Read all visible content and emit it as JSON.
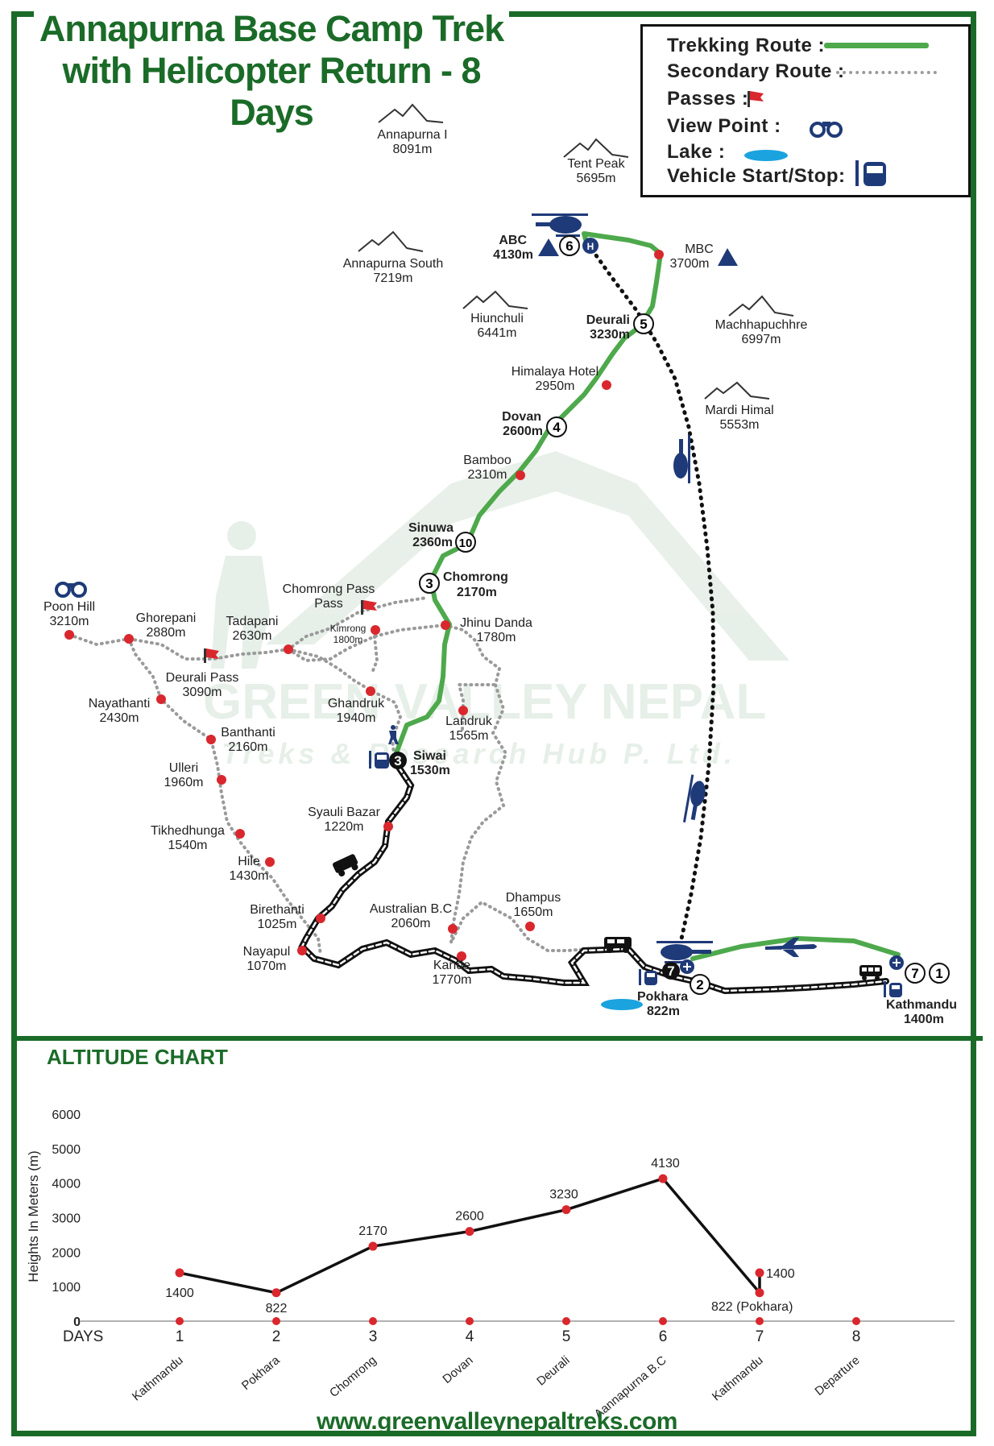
{
  "title": {
    "line1": "Annapurna Base Camp Trek",
    "line2": "with Helicopter Return - 8 Days"
  },
  "colors": {
    "brand_green": "#1b6b28",
    "trek_route": "#4ea94c",
    "secondary_route": "#9a9a9a",
    "waypoint": "#d9272e",
    "icon_navy": "#1f3a78",
    "lake": "#1aa3df"
  },
  "legend": {
    "trekking_route": "Trekking Route :",
    "secondary_route": "Secondary Route :",
    "passes": "Passes :",
    "view_point": "View Point :",
    "lake": "Lake :",
    "vehicle": "Vehicle Start/Stop:"
  },
  "peaks": [
    {
      "name": "Annapurna I",
      "alt": "8091m"
    },
    {
      "name": "Tent Peak",
      "alt": "5695m"
    },
    {
      "name": "Annapurna South",
      "alt": "7219m"
    },
    {
      "name": "Hiunchuli",
      "alt": "6441m"
    },
    {
      "name": "Machhapuchhre",
      "alt": "6997m"
    },
    {
      "name": "Mardi Himal",
      "alt": "5553m"
    }
  ],
  "places": [
    {
      "name": "ABC",
      "alt": "4130m",
      "day": "6"
    },
    {
      "name": "MBC",
      "alt": "3700m"
    },
    {
      "name": "Deurali",
      "alt": "3230m",
      "day": "5"
    },
    {
      "name": "Himalaya Hotel",
      "alt": "2950m"
    },
    {
      "name": "Dovan",
      "alt": "2600m",
      "day": "4"
    },
    {
      "name": "Bamboo",
      "alt": "2310m"
    },
    {
      "name": "Sinuwa",
      "alt": "2360m",
      "day": "10"
    },
    {
      "name": "Chomrong",
      "alt": "2170m",
      "day": "3"
    },
    {
      "name": "Chomrong Pass",
      "alt": ""
    },
    {
      "name": "Jhinu Danda",
      "alt": "1780m"
    },
    {
      "name": "Kimrong",
      "alt": "1800m"
    },
    {
      "name": "Poon Hill",
      "alt": "3210m"
    },
    {
      "name": "Ghorepani",
      "alt": "2880m"
    },
    {
      "name": "Tadapani",
      "alt": "2630m"
    },
    {
      "name": "Deurali Pass",
      "alt": "3090m"
    },
    {
      "name": "Nayathanti",
      "alt": "2430m"
    },
    {
      "name": "Ghandruk",
      "alt": "1940m"
    },
    {
      "name": "Landruk",
      "alt": "1565m"
    },
    {
      "name": "Banthanti",
      "alt": "2160m"
    },
    {
      "name": "Siwai",
      "alt": "1530m",
      "day": "3"
    },
    {
      "name": "Ulleri",
      "alt": "1960m"
    },
    {
      "name": "Syauli Bazar",
      "alt": "1220m"
    },
    {
      "name": "Tikhedhunga",
      "alt": "1540m"
    },
    {
      "name": "Hile",
      "alt": "1430m"
    },
    {
      "name": "Birethanti",
      "alt": "1025m"
    },
    {
      "name": "Nayapul",
      "alt": "1070m"
    },
    {
      "name": "Australian B.C",
      "alt": "2060m"
    },
    {
      "name": "Dhampus",
      "alt": "1650m"
    },
    {
      "name": "Kande",
      "alt": "1770m"
    },
    {
      "name": "Pokhara",
      "alt": "822m",
      "days": [
        "7",
        "2"
      ]
    },
    {
      "name": "Kathmandu",
      "alt": "1400m",
      "days": [
        "7",
        "1"
      ]
    }
  ],
  "watermark": {
    "name": "GREEN VALLEY NEPAL",
    "tagline": "Treks & Research Hub P. Ltd."
  },
  "chart_data": {
    "type": "line",
    "title": "ALTITUDE CHART",
    "ylabel": "Heights In Meters (m)",
    "xlabel": "DAYS",
    "ylim": [
      0,
      6000
    ],
    "yticks": [
      "0",
      "1000",
      "2000",
      "3000",
      "4000",
      "5000",
      "6000"
    ],
    "days": [
      "1",
      "2",
      "3",
      "4",
      "5",
      "6",
      "7",
      "8"
    ],
    "day_places": [
      "Kathmandu",
      "Pokhara",
      "Chomrong",
      "Dovan",
      "Deurali",
      "Aannapurna B.C",
      "Kathmandu",
      "Departure"
    ],
    "series": [
      {
        "points": [
          {
            "day": 1,
            "value": 1400,
            "label": "1400"
          },
          {
            "day": 2,
            "value": 822,
            "label": "822"
          },
          {
            "day": 3,
            "value": 2170,
            "label": "2170"
          },
          {
            "day": 4,
            "value": 2600,
            "label": "2600"
          },
          {
            "day": 5,
            "value": 3230,
            "label": "3230"
          },
          {
            "day": 6,
            "value": 4130,
            "label": "4130"
          },
          {
            "day": 7,
            "value": 822,
            "label": "822 (Pokhara)"
          },
          {
            "day": 7,
            "value": 1400,
            "label": "1400"
          }
        ]
      }
    ]
  },
  "footer": {
    "url": "www.greenvalleynepaltreks.com"
  }
}
